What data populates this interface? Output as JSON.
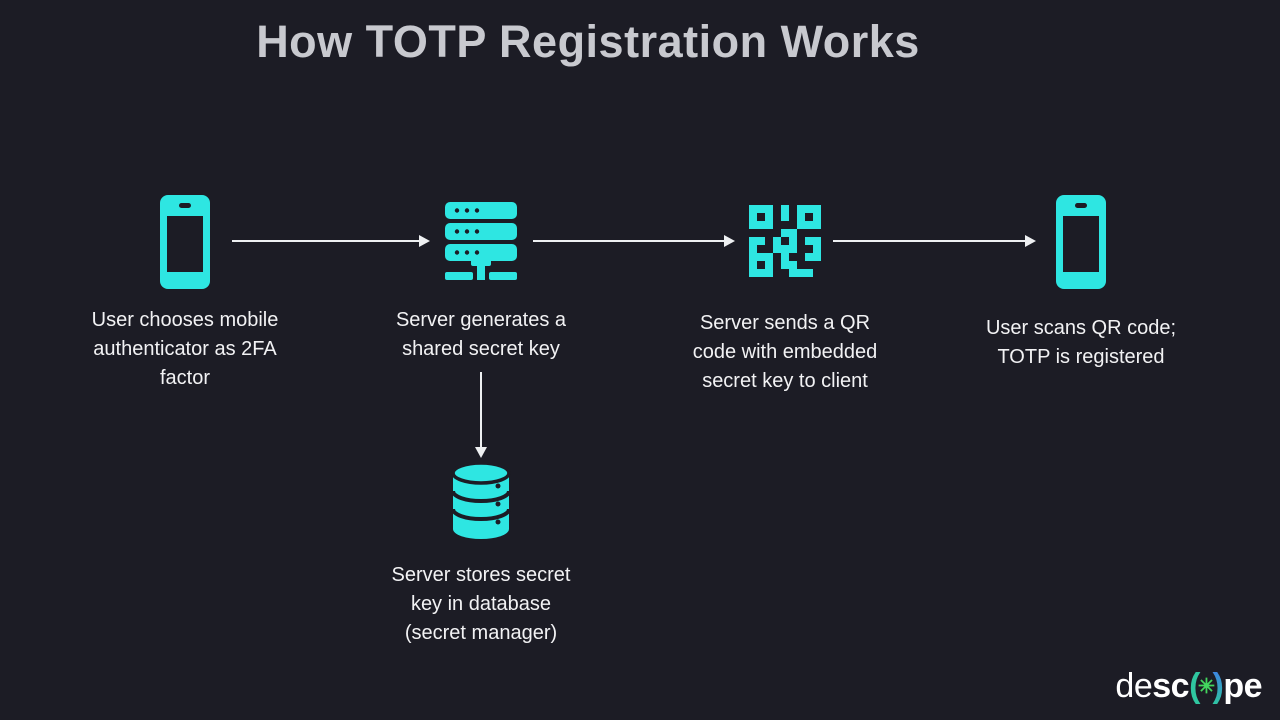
{
  "colors": {
    "background": "#1c1c25",
    "accent_cyan": "#2ee6e2",
    "title_gray": "#c8c9cf",
    "text_white": "#f2f2f4",
    "arrow_white": "#eef0f2",
    "logo_green": "#2fc6a0",
    "logo_blue": "#3f7ce8",
    "logo_asterisk_green": "#43d75e"
  },
  "title": "How TOTP Registration Works",
  "flow": {
    "steps": [
      {
        "icon": "smartphone-icon",
        "label": "User chooses mobile\nauthenticator as 2FA\nfactor"
      },
      {
        "icon": "server-icon",
        "label": "Server generates a\nshared secret key"
      },
      {
        "icon": "qr-code-icon",
        "label": "Server sends a QR\ncode with embedded\nsecret key to client"
      },
      {
        "icon": "smartphone-icon",
        "label": "User scans QR code;\nTOTP is registered"
      }
    ],
    "branch": {
      "icon": "database-icon",
      "label": "Server stores secret\nkey in database\n(secret manager)"
    }
  },
  "logo": {
    "de": "de",
    "sc": "sc",
    "paren_left": "(",
    "asterisk": "✳",
    "paren_right": ")",
    "pe": "pe"
  }
}
